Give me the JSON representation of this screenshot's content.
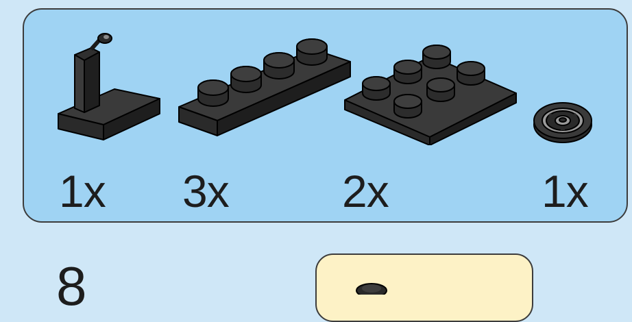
{
  "parts_list": {
    "items": [
      {
        "part": "plate-1x2-with-joystick",
        "quantity": "1x",
        "color": "#2a2a2a"
      },
      {
        "part": "plate-1x4",
        "quantity": "3x",
        "color": "#2a2a2a"
      },
      {
        "part": "plate-2x3",
        "quantity": "2x",
        "color": "#2a2a2a"
      },
      {
        "part": "round-tile-steering-wheel",
        "quantity": "1x",
        "color": "#2a2a2a"
      }
    ],
    "panel_color": "#9fd3f3"
  },
  "step": {
    "number": "8"
  },
  "subassembly_panel": {
    "color": "#fdf2c6"
  }
}
